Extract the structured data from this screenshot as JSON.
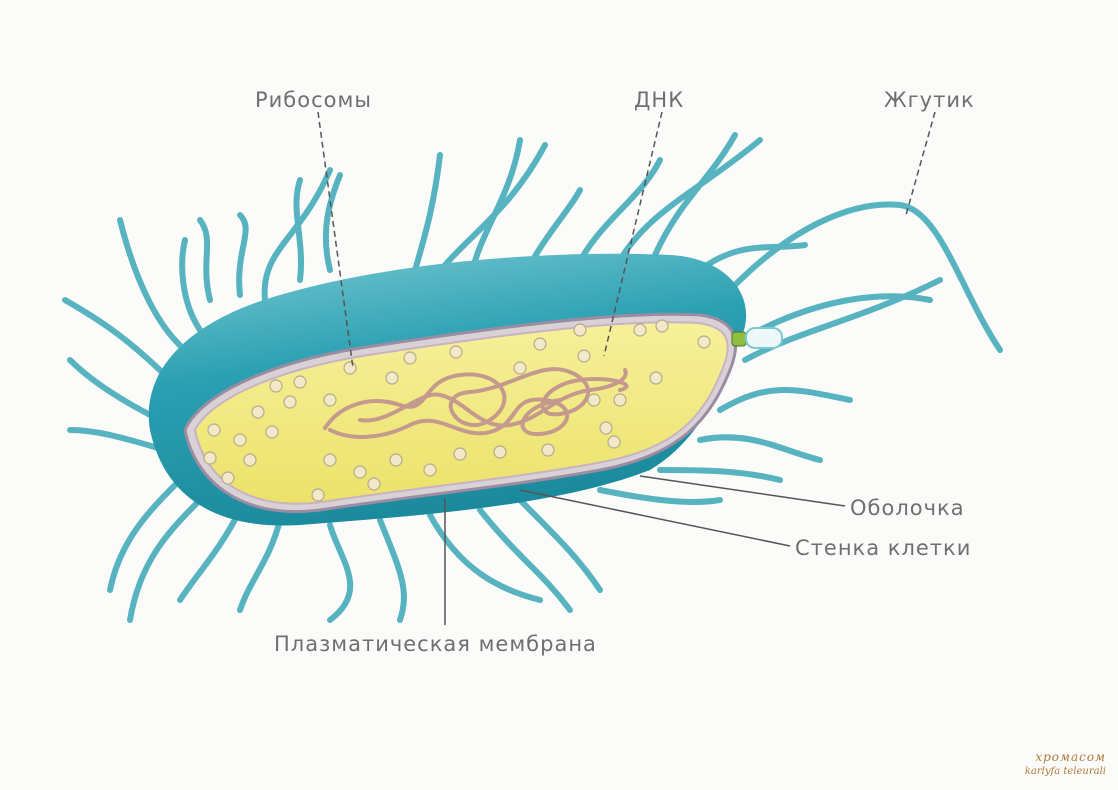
{
  "labels": {
    "ribosomes": "Рибосомы",
    "dna": "ДНК",
    "flagellum": "Жгутик",
    "capsule": "Оболочка",
    "cell_wall": "Стенка клетки",
    "plasma_membrane": "Плазматическая мембрана"
  },
  "signature": {
    "line1": "хромасом",
    "line2": "karlyfa teleurali"
  },
  "colors": {
    "background": "#fbfbf9",
    "capsule": "#2a9fb0",
    "capsule_light": "#8ed3db",
    "cytoplasm": "#f3ec86",
    "cytoplasm_edge": "#e2d65a",
    "membrane": "#a98fb0",
    "dna": "#c49a8e",
    "ribosome": "#f2e9c8",
    "label_text": "#6f6f6f",
    "leader": "#555555",
    "signature": "#b07a3a"
  }
}
